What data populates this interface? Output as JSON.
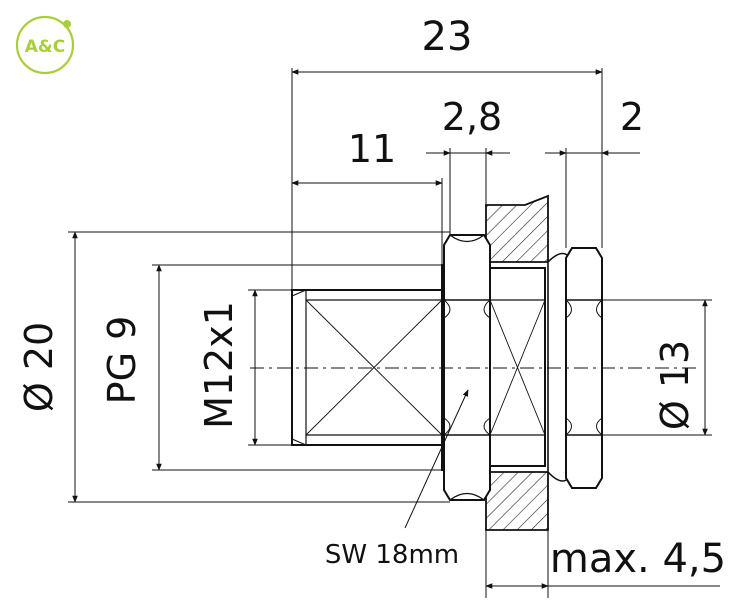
{
  "logo": {
    "text": "A&C",
    "color": "#a8cf3a"
  },
  "dimensions": {
    "overall_length": "23",
    "flange_thickness": "2,8",
    "nut_thickness": "2",
    "thread_length": "11",
    "diameter_flange": "Ø 20",
    "pg_thread": "PG 9",
    "metric_thread": "M12x1",
    "diameter_panel_hole": "Ø 13",
    "wrench_size": "SW 18mm",
    "max_panel_thickness": "max. 4,5"
  },
  "colors": {
    "line": "#111111",
    "hatch": "#222222",
    "background": "#ffffff"
  }
}
